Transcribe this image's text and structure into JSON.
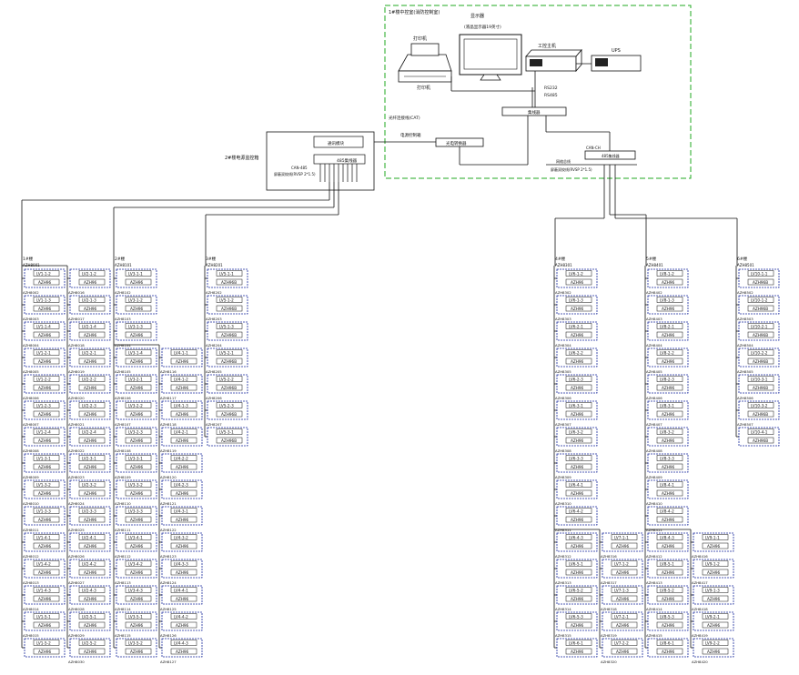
{
  "room": {
    "title": "1#楼中控室(消防控制室)",
    "printer_label": "打印机",
    "printer_caption": "打印机",
    "monitor_label": "显示器",
    "monitor_sub": "(液晶显示器19英寸)",
    "host_label": "工控主机",
    "ups_label": "UPS",
    "link1": "RS232",
    "link2": "RS485",
    "hub_label": "集线器",
    "converter_label": "光电转换器",
    "fiber_label": "光纤连接线(CAT)",
    "mini_label": "电源控制箱",
    "mini_tag": "CAN-CH",
    "right_hub_tag": "CAN-CH",
    "right_hub_label": "485集线器",
    "right_bus_label": "网络总线",
    "right_bus_sub": "屏蔽双绞线(RVSP 2*1.5)"
  },
  "left_panel": {
    "title": "2#楼电源监控箱",
    "box_a": "通讯模块",
    "box_b": "485集线器",
    "caption1": "CAN-485",
    "caption2": "屏蔽双绞线(RVSP 2*1.5)"
  },
  "left_groups": [
    {
      "title": "1#楼",
      "sub": "AZH8001",
      "col_a": [
        "LV1-1-2",
        "LV1-1-3",
        "LV1-1-4",
        "LV1-2-1",
        "LV1-2-2",
        "LV1-2-3",
        "LV1-2-4",
        "LV1-3-1",
        "LV1-3-2",
        "LV1-3-3",
        "LV1-4-1",
        "LV1-4-2",
        "LV1-4-3",
        "LV1-5-1",
        "LV1-5-2"
      ],
      "col_b": [
        "LV2-1-2",
        "LV2-1-3",
        "LV2-1-4",
        "LV2-2-1",
        "LV2-2-2",
        "LV2-2-3",
        "LV2-2-4",
        "LV2-3-1",
        "LV2-3-2",
        "LV2-3-3",
        "LV2-4-1",
        "LV2-4-2",
        "LV2-4-3",
        "LV2-5-1",
        "LV2-5-2"
      ],
      "addr_a": [
        "AZH8002",
        "AZH8003",
        "AZH8004",
        "AZH8005",
        "AZH8006",
        "AZH8007",
        "AZH8008",
        "AZH8009",
        "AZH8010",
        "AZH8011",
        "AZH8012",
        "AZH8013",
        "AZH8014",
        "AZH8015"
      ],
      "addr_b": [
        "AZH8016",
        "AZH8017",
        "AZH8018",
        "AZH8019",
        "AZH8020",
        "AZH8021",
        "AZH8022",
        "AZH8023",
        "AZH8024",
        "AZH8025",
        "AZH8026",
        "AZH8027",
        "AZH8028",
        "AZH8029",
        "AZH8030"
      ]
    },
    {
      "title": "2#楼",
      "sub": "AZH8101",
      "col_a": [
        "LV3-1-1",
        "LV3-1-2",
        "LV3-1-3",
        "LV3-1-4",
        "LV3-2-1",
        "LV3-2-2",
        "LV3-2-3",
        "LV3-3-1",
        "LV3-3-2",
        "LV3-3-3",
        "LV3-4-1",
        "LV3-4-2",
        "LV3-4-3",
        "LV3-5-1",
        "LV3-5-2"
      ],
      "col_b": [
        "LV4-1-1",
        "LV4-1-2",
        "LV4-1-3",
        "LV4-2-1",
        "LV4-2-2",
        "LV4-2-3",
        "LV4-3-1",
        "LV4-3-2",
        "LV4-3-3",
        "LV4-4-1",
        "LV4-4-2",
        "LV4-4-3"
      ],
      "addr_a": [
        "AZH8102",
        "AZH8103",
        "AZH8104",
        "AZH8105",
        "AZH8106",
        "AZH8107",
        "AZH8108",
        "AZH8109",
        "AZH8110",
        "AZH8111",
        "AZH8112",
        "AZH8113",
        "AZH8114",
        "AZH8115"
      ],
      "addr_b": [
        "AZH8116",
        "AZH8117",
        "AZH8118",
        "AZH8119",
        "AZH8120",
        "AZH8121",
        "AZH8122",
        "AZH8123",
        "AZH8124",
        "AZH8125",
        "AZH8126",
        "AZH8127"
      ]
    },
    {
      "title": "3#楼",
      "sub": "AZH8201",
      "col_a": [
        "LV5-1-1",
        "LV5-1-2",
        "LV5-1-3",
        "LV5-2-1",
        "LV5-2-2",
        "LV5-2-3",
        "LV5-3-1"
      ],
      "col_b": [],
      "addr_a": [
        "AZH8202",
        "AZH8203",
        "AZH8204",
        "AZH8205",
        "AZH8206",
        "AZH8207"
      ],
      "addr_b": []
    }
  ],
  "right_groups": [
    {
      "title": "4#楼",
      "sub": "AZH8301",
      "col_a": [
        "LV6-1-2",
        "LV6-1-3",
        "LV6-2-1",
        "LV6-2-2",
        "LV6-2-3",
        "LV6-3-1",
        "LV6-3-2",
        "LV6-3-3",
        "LV6-4-1",
        "LV6-4-2",
        "LV6-4-3",
        "LV6-5-1",
        "LV6-5-2",
        "LV6-5-3",
        "LV6-6-1"
      ],
      "col_b": [
        "LV7-1-1",
        "LV7-1-2",
        "LV7-1-3",
        "LV7-2-1",
        "LV7-2-2"
      ],
      "addr_a": [
        "AZH8302",
        "AZH8303",
        "AZH8304",
        "AZH8305",
        "AZH8306",
        "AZH8307",
        "AZH8308",
        "AZH8309",
        "AZH8310",
        "AZH8311",
        "AZH8312",
        "AZH8313",
        "AZH8314",
        "AZH8315"
      ],
      "addr_b": [
        "AZH8316",
        "AZH8317",
        "AZH8318",
        "AZH8319",
        "AZH8320"
      ]
    },
    {
      "title": "5#楼",
      "sub": "AZH8401",
      "col_a": [
        "LV8-1-2",
        "LV8-1-3",
        "LV8-2-1",
        "LV8-2-2",
        "LV8-2-3",
        "LV8-3-1",
        "LV8-3-2",
        "LV8-3-3",
        "LV8-4-1",
        "LV8-4-2",
        "LV8-4-3",
        "LV8-5-1",
        "LV8-5-2",
        "LV8-5-3",
        "LV8-6-1"
      ],
      "col_b": [
        "LV9-1-1",
        "LV9-1-2",
        "LV9-1-3",
        "LV9-2-1",
        "LV9-2-2"
      ],
      "addr_a": [
        "AZH8402",
        "AZH8403",
        "AZH8404",
        "AZH8405",
        "AZH8406",
        "AZH8407",
        "AZH8408",
        "AZH8409",
        "AZH8410",
        "AZH8411",
        "AZH8412",
        "AZH8413",
        "AZH8414",
        "AZH8415"
      ],
      "addr_b": [
        "AZH8416",
        "AZH8417",
        "AZH8418",
        "AZH8419",
        "AZH8420"
      ]
    },
    {
      "title": "6#楼",
      "sub": "AZH8501",
      "col_a": [
        "LV10-1-1",
        "LV10-1-2",
        "LV10-2-1",
        "LV10-2-2",
        "LV10-3-1",
        "LV10-3-2",
        "LV10-4-1"
      ],
      "col_b": [],
      "addr_a": [
        "AZH8502",
        "AZH8503",
        "AZH8504",
        "AZH8505",
        "AZH8506",
        "AZH8507"
      ],
      "addr_b": []
    }
  ],
  "module_model": "AZH96",
  "module_model_alt": "AZH96B",
  "colors": {
    "line": "#111111",
    "room_border": "#22aa22",
    "module_border": "#1a2a9c",
    "module_fill": "#ffffff"
  }
}
